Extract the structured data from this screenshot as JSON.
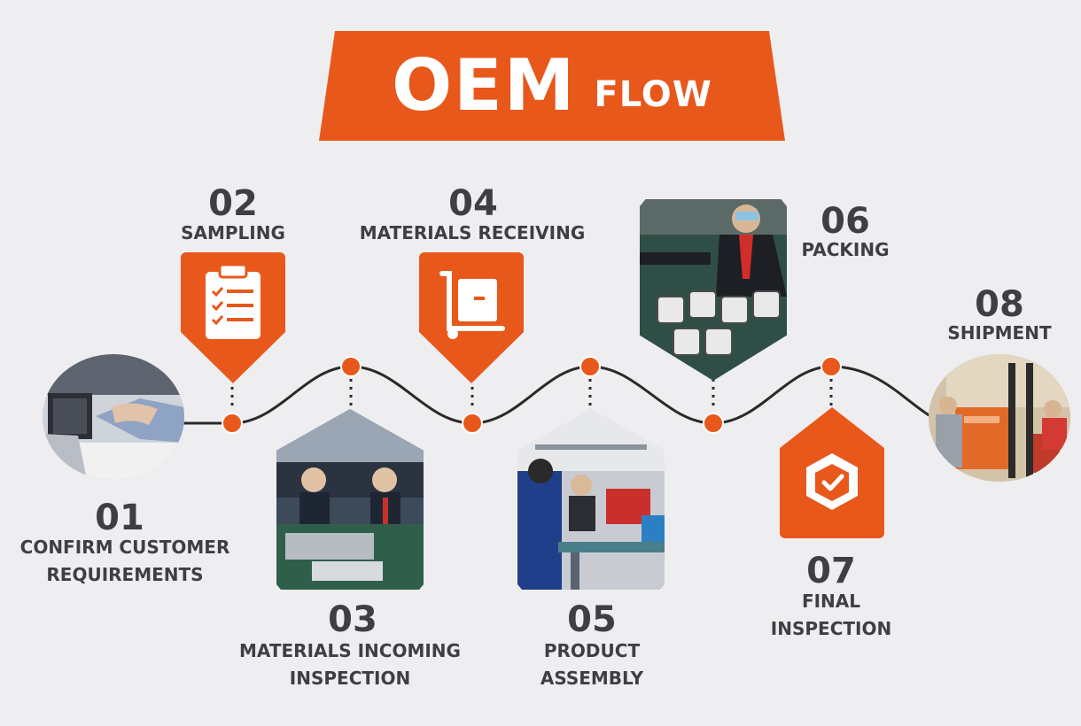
{
  "banner": {
    "title_big": "OEM",
    "title_small": "FLOW"
  },
  "colors": {
    "accent": "#e8581b",
    "line": "#2a2a2a",
    "text": "#3f3f42",
    "background": "#eeeef1"
  },
  "steps": [
    {
      "number": "01",
      "label_line1": "CONFIRM CUSTOMER",
      "label_line2": "REQUIREMENTS",
      "visual": "handshake-photo"
    },
    {
      "number": "02",
      "label_line1": "SAMPLING",
      "label_line2": "",
      "visual": "clipboard-checklist-icon"
    },
    {
      "number": "03",
      "label_line1": "MATERIALS INCOMING",
      "label_line2": "INSPECTION",
      "visual": "factory-workers-photo"
    },
    {
      "number": "04",
      "label_line1": "MATERIALS RECEIVING",
      "label_line2": "",
      "visual": "hand-truck-box-icon"
    },
    {
      "number": "05",
      "label_line1": "PRODUCT",
      "label_line2": "ASSEMBLY",
      "visual": "assembly-line-photo"
    },
    {
      "number": "06",
      "label_line1": "PACKING",
      "label_line2": "",
      "visual": "packing-worker-photo"
    },
    {
      "number": "07",
      "label_line1": "FINAL",
      "label_line2": "INSPECTION",
      "visual": "shield-check-icon"
    },
    {
      "number": "08",
      "label_line1": "SHIPMENT",
      "label_line2": "",
      "visual": "warehouse-forklift-photo"
    }
  ]
}
